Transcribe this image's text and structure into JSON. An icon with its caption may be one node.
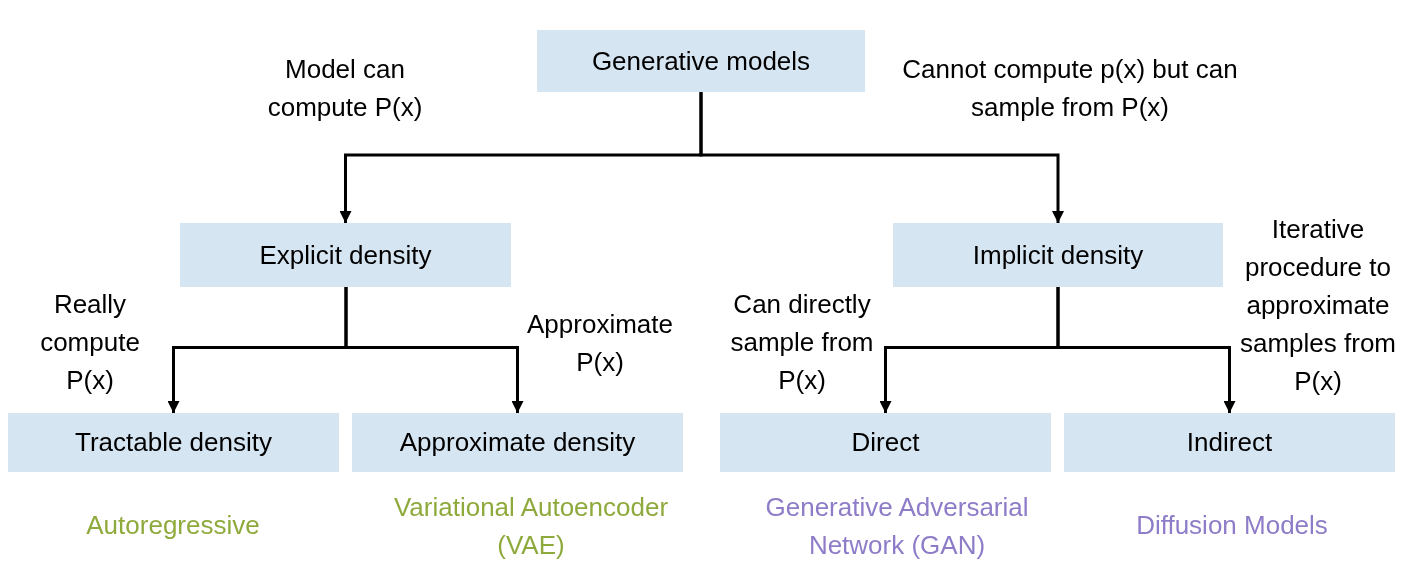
{
  "diagram": {
    "nodes": [
      {
        "text": [
          "Generative models"
        ]
      },
      {
        "text": [
          "Explicit density"
        ]
      },
      {
        "text": [
          "Implicit density"
        ]
      },
      {
        "text": [
          "Tractable density"
        ],
        "beside": [
          "Autoregressive"
        ]
      },
      {
        "text": [
          "Approximate density"
        ],
        "beside": [
          "Variational Autoencoder (VAE)"
        ]
      },
      {
        "text": [
          "Direct"
        ],
        "beside": [
          "Generative Adversarial Network (GAN)"
        ]
      },
      {
        "text": [
          "Indirect"
        ],
        "beside": [
          "Diffusion Models"
        ]
      }
    ],
    "edges": [
      {
        "from": 0,
        "to": 1,
        "arrow": "to",
        "label": "Model can compute P(x)"
      },
      {
        "from": 0,
        "to": 2,
        "arrow": "to",
        "label": "Cannot compute p(x) but can sample from P(x)"
      },
      {
        "from": 1,
        "to": 3,
        "arrow": "to",
        "label": "Really compute P(x)"
      },
      {
        "from": 1,
        "to": 4,
        "arrow": "to",
        "label": "Approximate P(x)"
      },
      {
        "from": 2,
        "to": 5,
        "arrow": "to",
        "label": "Can directly sample from P(x)"
      },
      {
        "from": 2,
        "to": 6,
        "arrow": "to",
        "label": "Iterative procedure to approximate samples from P(x)"
      }
    ]
  }
}
